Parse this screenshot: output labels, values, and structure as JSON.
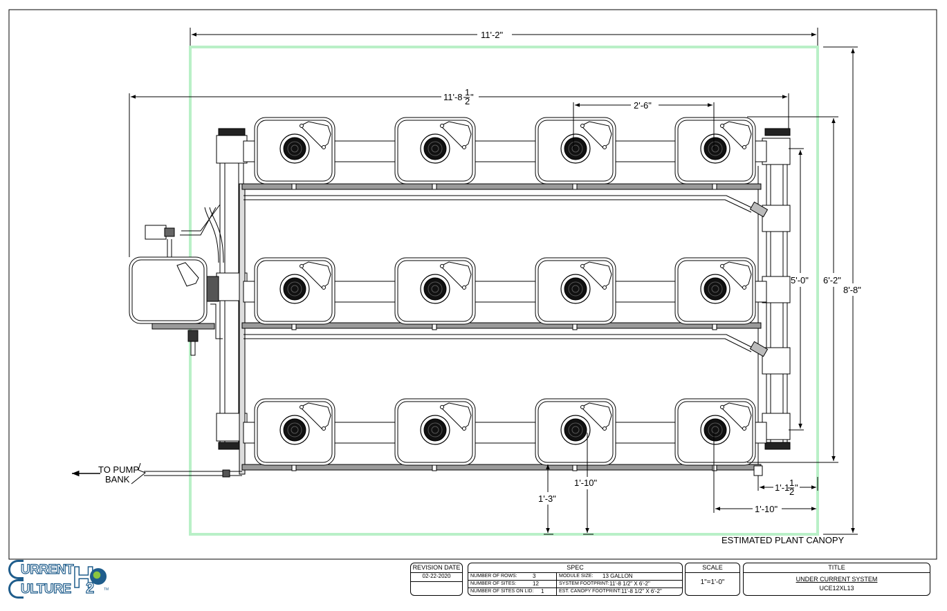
{
  "dimensions": {
    "canopy_width": "11'-2\"",
    "system_length_main": "11'-8",
    "system_length_frac_num": "1",
    "system_length_frac_den": "2",
    "system_length_frac_suffix": "\"",
    "module_spacing": "2'-6\"",
    "row_span": "5'-0\"",
    "system_width": "6'-2\"",
    "canopy_height": "8'-8\"",
    "side_offset": "1'-10\"",
    "bottom_offset": "1'-3\"",
    "corner_offset_main": "1'-1",
    "corner_offset_frac_num": "1",
    "corner_offset_frac_den": "2",
    "corner_offset_frac_suffix": "\"",
    "right_offset": "1'-10\""
  },
  "labels": {
    "pump_line_1": "TO PUMP",
    "pump_line_2": "BANK",
    "canopy": "ESTIMATED PLANT CANOPY"
  },
  "logo": {
    "line1": "URRENT",
    "line2": "ULTURE",
    "h": "H",
    "two": "2",
    "o": "O",
    "tm": "TM"
  },
  "title_block": {
    "revision_header": "REVISION DATE",
    "revision_date": "02-22-2020",
    "spec_header": "SPEC",
    "rows_label": "NUMBER OF ROWS:",
    "rows_value": "3",
    "sites_label": "NUMBER OF SITES:",
    "sites_value": "12",
    "lid_label": "NUMBER OF SITES ON LID:",
    "lid_value": "1",
    "module_label": "MODULE SIZE:",
    "module_value": "13 GALLON",
    "footprint_label": "SYSTEM FOOTPRINT:",
    "footprint_value": "11'-8 1/2\" X 6'-2\"",
    "canopy_label": "EST. CANOPY FOOTPRINT:",
    "canopy_value": "11'-8 1/2\" X 6'-2\"",
    "scale_header": "SCALE",
    "scale_value": "1\"=1'-0\"",
    "title_header": "TITLE",
    "title_value": "UNDER CURRENT SYSTEM",
    "model": "UCE12XL13"
  },
  "colors": {
    "canopy_outline": "#b9f0c7",
    "logo_blue": "#1f5d8c",
    "logo_green": "#8bc53f"
  },
  "icons": [
    "arrow-left-icon",
    "break-line-icon",
    "globe-icon"
  ]
}
